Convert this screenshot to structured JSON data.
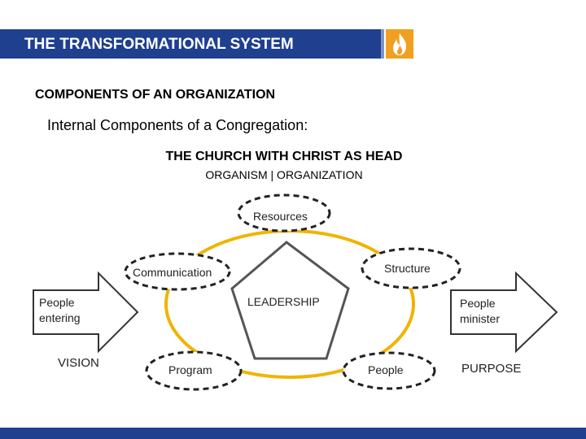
{
  "header": {
    "title": "THE TRANSFORMATIONAL SYSTEM",
    "logo_icon": "flame-icon",
    "bar_color": "#1f3f8f",
    "logo_color": "#f0a020"
  },
  "subtitle": "COMPONENTS OF AN ORGANIZATION",
  "intro": "Internal Components of a Congregation:",
  "church": {
    "title": "THE CHURCH WITH CHRIST AS HEAD",
    "subtitle": "ORGANISM | ORGANIZATION"
  },
  "cycle": {
    "nodes": {
      "resources": "Resources",
      "structure": "Structure",
      "communication": "Communication",
      "program": "Program",
      "people": "People"
    },
    "center": "LEADERSHIP",
    "ring_color": "#f0b400"
  },
  "flow": {
    "input": "People entering",
    "output": "People minister",
    "left_caption": "VISION",
    "right_caption": "PURPOSE"
  }
}
